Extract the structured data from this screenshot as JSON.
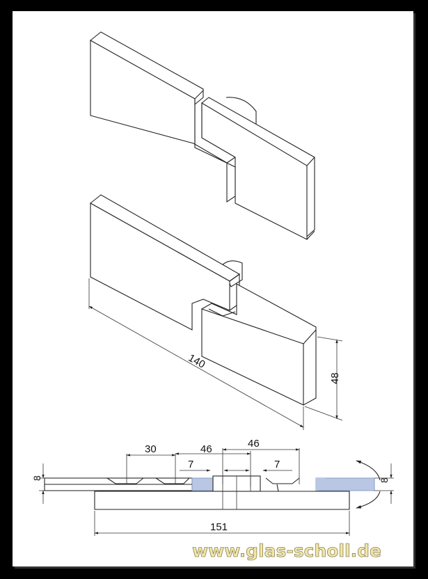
{
  "drawing": {
    "dimensions": {
      "length": "140",
      "height": "48",
      "offset_left": "30",
      "width_left": "46",
      "width_right": "46",
      "gap_left": "7",
      "gap_right": "7",
      "thickness_left": "8",
      "thickness_right": "8",
      "total_width": "151"
    },
    "website": "www.glas-scholl.de"
  },
  "colors": {
    "glass": "#b9c6e4",
    "glass_edge": "#8c9cc4",
    "watermark": "#f1e6a8"
  }
}
